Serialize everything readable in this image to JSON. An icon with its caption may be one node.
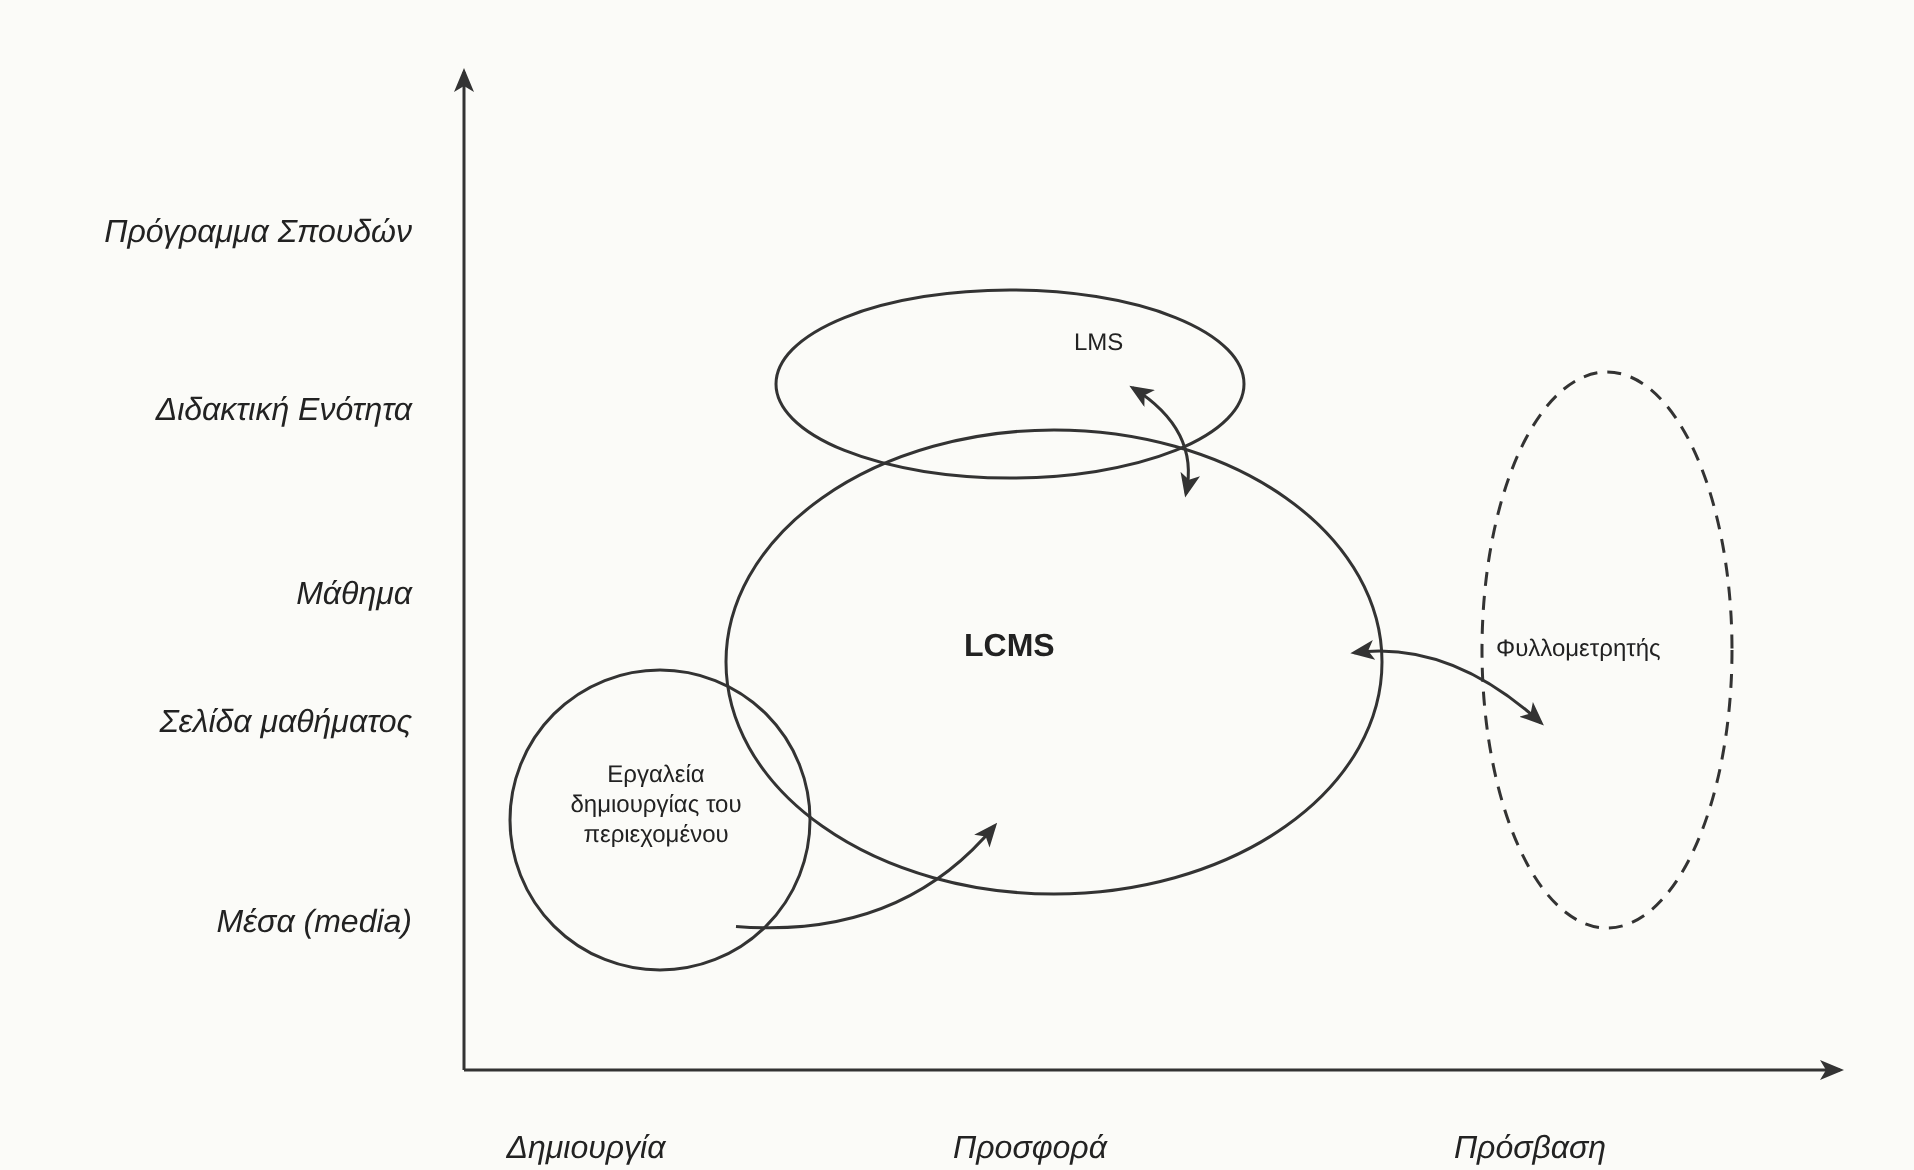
{
  "diagram": {
    "nodes": [
      {
        "text": [
          "LMS"
        ]
      },
      {
        "text": [
          "LCMS"
        ]
      },
      {
        "text": [
          "Φυλλομετρητής"
        ]
      },
      {
        "text": [
          "Εργαλεία δημιουργίας του περιεχομένου"
        ]
      }
    ],
    "edges": [
      {
        "from": 0,
        "to": 1,
        "arrow": "both"
      },
      {
        "from": 1,
        "to": 2,
        "arrow": "both"
      },
      {
        "from": 3,
        "to": 1,
        "arrow": "to"
      }
    ],
    "labels": [
      "Πρόγραμμα Σπουδών",
      "Διδακτική Ενότητα",
      "Μάθημα",
      "Σελίδα μαθήματος",
      "Μέσα (media)",
      "Δημιουργία",
      "Προσφορά",
      "Πρόσβαση"
    ]
  }
}
